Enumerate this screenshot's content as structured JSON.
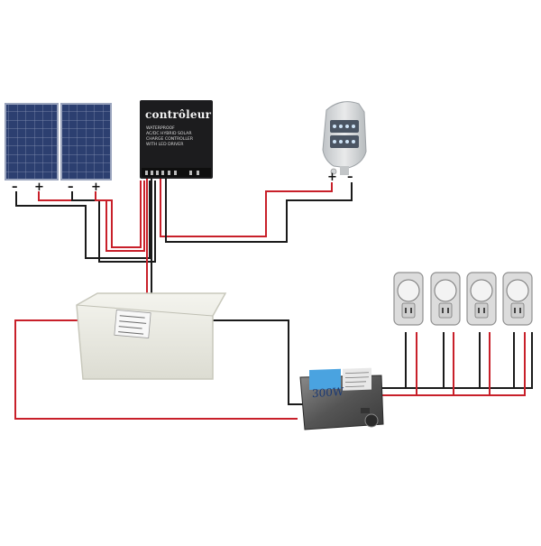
{
  "title": "",
  "colors": {
    "positive_wire": "#c8202a",
    "negative_wire": "#1a1a1a",
    "panel_cell": "#2c3f70",
    "controller_body": "#1c1c1e",
    "battery_box": "#ecece4",
    "inverter_accent": "#4aa3e0",
    "socket_body": "#dcdcdc"
  },
  "components": {
    "solar_panels": [
      {
        "name": "solar-panel-1",
        "terminals": {
          "negative": "–",
          "positive": "+"
        }
      },
      {
        "name": "solar-panel-2",
        "terminals": {
          "negative": "–",
          "positive": "+"
        }
      }
    ],
    "controller": {
      "brand": "contrôleur",
      "description": "WATERPROOF\nAC/DC HYBRID SOLAR\nCHARGE CONTROLLER\nWITH LED DRIVER"
    },
    "street_light": {
      "terminals": {
        "positive": "+",
        "negative": "–"
      }
    },
    "battery": {},
    "inverter": {
      "rating": "300W"
    },
    "outlets": [
      {
        "name": "outlet-1"
      },
      {
        "name": "outlet-2"
      },
      {
        "name": "outlet-3"
      },
      {
        "name": "outlet-4"
      }
    ]
  },
  "icons": [
    "solar-panel-icon",
    "charge-controller-icon",
    "led-street-light-icon",
    "battery-box-icon",
    "power-inverter-icon",
    "power-outlet-icon"
  ]
}
